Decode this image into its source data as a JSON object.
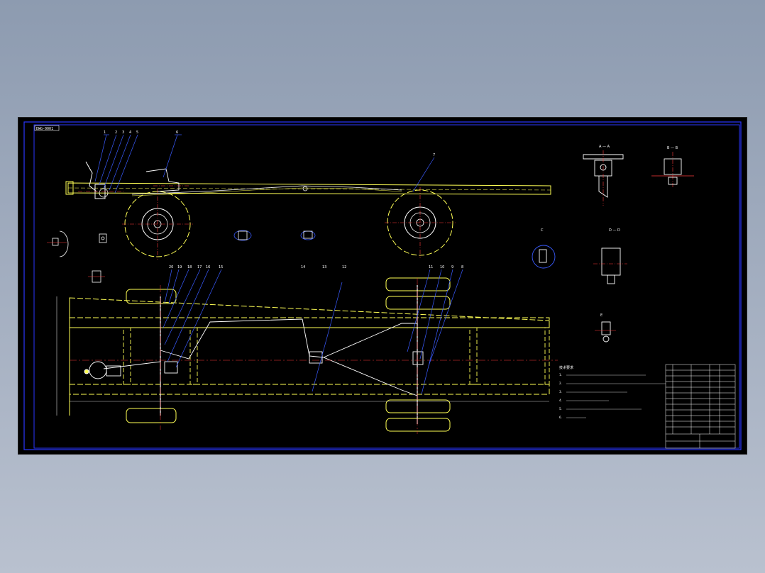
{
  "sheet_stamp": "DWG-0001",
  "section_labels": {
    "a": "A — A",
    "b": "B — B",
    "c": "C",
    "d": "D — D",
    "e": "E"
  },
  "part_numbers_top": [
    "1",
    "2",
    "3",
    "4",
    "5",
    "6",
    "7"
  ],
  "part_numbers_plan_left": [
    "20",
    "19",
    "18",
    "17",
    "16",
    "15"
  ],
  "part_numbers_plan_mid": [
    "14",
    "13",
    "12"
  ],
  "part_numbers_plan_right": [
    "11",
    "10",
    "9",
    "8"
  ],
  "notes": {
    "heading": "技术要求",
    "lines": [
      "1. ",
      "2. ",
      "3. ",
      "4. ",
      "5. ",
      "6. "
    ]
  },
  "colors": {
    "sheet_bg": "#000000",
    "border": "#2a36ff",
    "outline": "#ffff55",
    "detail": "#ffffff",
    "centerline": "#ff3b3b",
    "leader": "#3a5bff"
  }
}
